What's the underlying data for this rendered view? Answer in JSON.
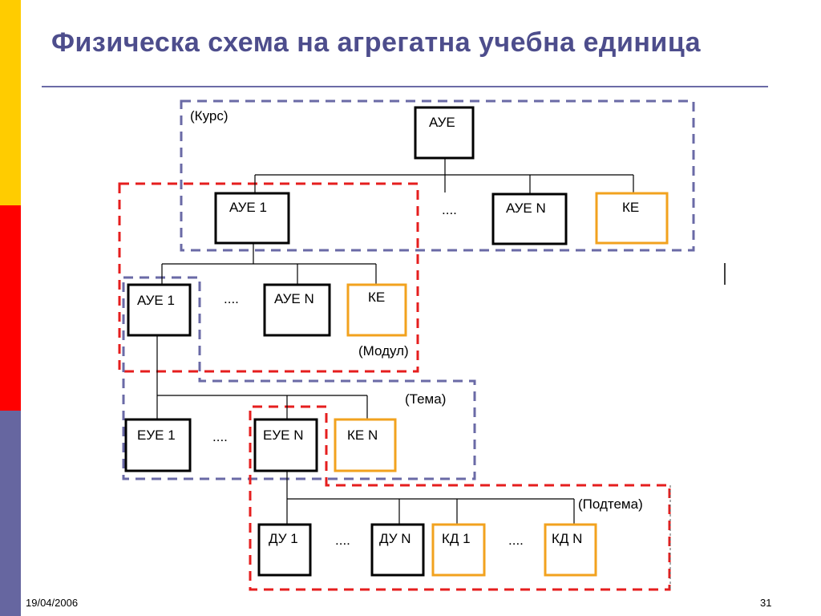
{
  "title": "Физическа схема на агрегатна учебна единица",
  "footer": {
    "date": "19/04/2006",
    "page": "31"
  },
  "colors": {
    "title": "#4d4d8c",
    "strip_yellow": "#ffcc00",
    "strip_red": "#ff0000",
    "strip_blue": "#6666a0",
    "dash_blue": "#6a6aa6",
    "dash_red": "#e51e1e",
    "box_orange": "#f2a21e"
  },
  "nodes": {
    "aue_root": "АУЕ",
    "aue_1_a": "АУЕ 1",
    "dots_1": "....",
    "aue_n_a": "АУЕ N",
    "ke_1": "КЕ",
    "aue_1_b": "АУЕ 1",
    "dots_2": "....",
    "aue_n_b": "АУЕ N",
    "ke_2": "КЕ",
    "eue_1": "ЕУЕ 1",
    "dots_3": "....",
    "eue_n": "ЕУЕ N",
    "ke_n": "КЕ N",
    "du_1": "ДУ 1",
    "dots_4": "....",
    "du_n": "ДУ N",
    "kd_1": "КД 1",
    "dots_5": "....",
    "kd_n": "КД N"
  },
  "groups": {
    "course": "(Курс)",
    "module": "(Модул)",
    "topic": "(Тема)",
    "subtopic": "(Подтема)"
  }
}
